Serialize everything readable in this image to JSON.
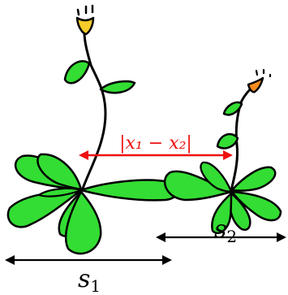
{
  "diagram": {
    "distance_label": "|x₁ − x₂|",
    "s1_label": "s",
    "s1_sub": "1",
    "s2_label": "s",
    "s2_sub": "2",
    "colors": {
      "leaf": "#33dd33",
      "outline": "#000000",
      "arrow_distance": "#ee1111",
      "flower_left": "#f5cc2a",
      "flower_right": "#f58a1e"
    }
  }
}
